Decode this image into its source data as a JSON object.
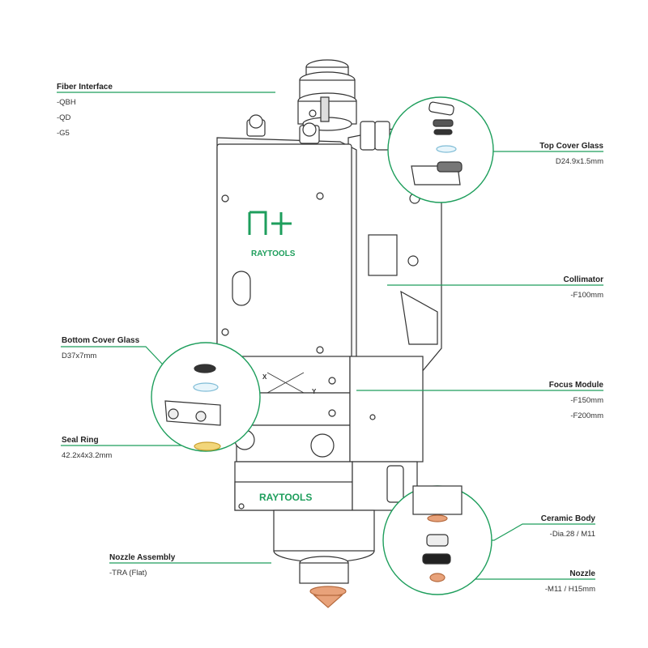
{
  "brand": {
    "name": "RAYTOOLS",
    "accent": "#1e9e5c"
  },
  "callouts": {
    "fiber_interface": {
      "title": "Fiber Interface",
      "items": [
        "-QBH",
        "-QD",
        "-G5"
      ]
    },
    "top_cover_glass": {
      "title": "Top Cover Glass",
      "items": [
        "D24.9x1.5mm"
      ]
    },
    "collimator": {
      "title": "Collimator",
      "items": [
        "-F100mm"
      ]
    },
    "bottom_cover_glass": {
      "title": "Bottom Cover Glass",
      "items": [
        "D37x7mm"
      ]
    },
    "focus_module": {
      "title": "Focus Module",
      "items": [
        "-F150mm",
        "-F200mm"
      ]
    },
    "seal_ring": {
      "title": "Seal Ring",
      "items": [
        "42.2x4x3.2mm"
      ]
    },
    "ceramic_body": {
      "title": "Ceramic Body",
      "items": [
        "-Dia.28 / M11"
      ]
    },
    "nozzle_assembly": {
      "title": "Nozzle Assembly",
      "items": [
        "-TRA (Flat)"
      ]
    },
    "nozzle": {
      "title": "Nozzle",
      "items": [
        "-M11 / H15mm"
      ]
    }
  },
  "axis_labels": {
    "x": "X",
    "y": "Y"
  },
  "icons": [
    "raytools-logo-icon",
    "magnifier-circle-icon"
  ]
}
